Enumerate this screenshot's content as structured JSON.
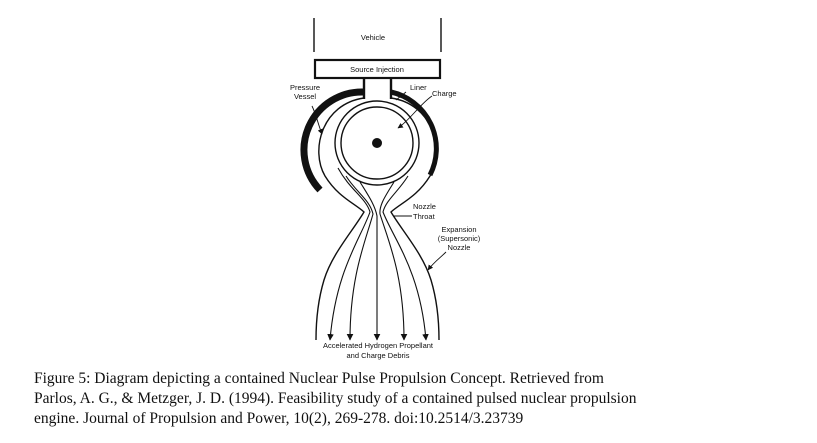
{
  "diagram": {
    "labels": {
      "vehicle": "Vehicle",
      "source_injection": "Source Injection",
      "pressure_vessel_1": "Pressure",
      "pressure_vessel_2": "Vessel",
      "liner": "Liner",
      "charge": "Charge",
      "nozzle_throat_1": "Nozzle",
      "nozzle_throat_2": "Throat",
      "expansion_1": "Expansion",
      "expansion_2": "(Supersonic)",
      "expansion_3": "Nozzle",
      "exhaust_1": "Accelerated Hydrogen Propellant",
      "exhaust_2": "and Charge Debris"
    }
  },
  "caption": {
    "line1": "Figure 5: Diagram depicting a contained Nuclear Pulse Propulsion Concept. Retrieved from",
    "line2": "Parlos, A. G., & Metzger, J. D. (1994). Feasibility study of a contained pulsed nuclear propulsion",
    "line3": "engine. Journal of Propulsion and Power, 10(2), 269-278. doi:10.2514/3.23739"
  }
}
